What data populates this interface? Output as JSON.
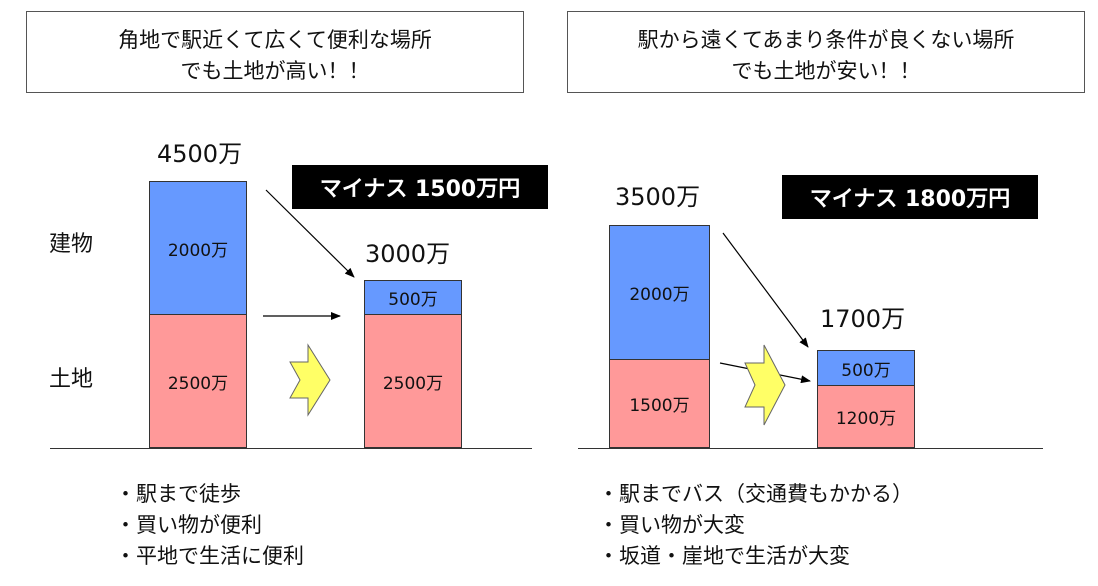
{
  "left": {
    "caption_line1": "角地で駅近くて広くて便利な場所",
    "caption_line2": "でも土地が高い！！",
    "label_building": "建物",
    "label_land": "土地",
    "before_total": "4500万",
    "before_building": "2000万",
    "before_land": "2500万",
    "after_total": "3000万",
    "after_building": "500万",
    "after_land": "2500万",
    "minus": "マイナス 1500万円",
    "bullets": [
      "駅まで徒歩",
      "買い物が便利",
      "平地で生活に便利"
    ]
  },
  "right": {
    "caption_line1": "駅から遠くてあまり条件が良くない場所",
    "caption_line2": "でも土地が安い！！",
    "before_total": "3500万",
    "before_building": "2000万",
    "before_land": "1500万",
    "after_total": "1700万",
    "after_building": "500万",
    "after_land": "1200万",
    "minus": "マイナス 1800万円",
    "bullets": [
      "駅までバス（交通費もかかる）",
      "買い物が大変",
      "坂道・崖地で生活が大変"
    ]
  },
  "colors": {
    "building": "#6699ff",
    "land": "#ff9999",
    "arrow_fill": "#ffff66",
    "label_bg": "#000000"
  }
}
